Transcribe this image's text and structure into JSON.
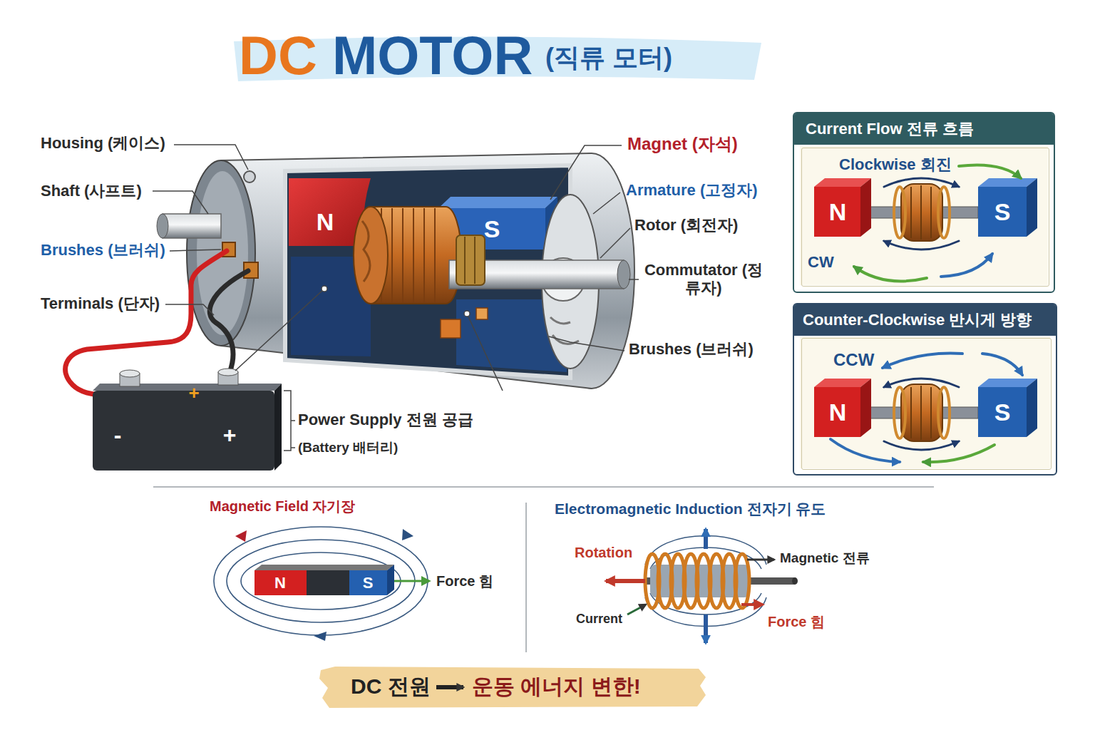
{
  "diagram": {
    "title": "DC MOTOR",
    "nodes": [
      {
        "text": [
          "Current Flow 전류 흐름"
        ]
      },
      {
        "text": [
          "Clockwise 회진"
        ],
        "in": 0
      },
      {
        "text": [
          "Counter-Clockwise 반시게 방향"
        ]
      },
      {
        "text": [
          "CCW"
        ],
        "in": 2
      },
      {
        "text": [
          "DC 전원",
          "운동 에너지 변한!"
        ]
      }
    ],
    "labels": [
      "Housing (케이스)",
      "Shaft (사프트)",
      "Brushes (브러쉬)",
      "Terminals (단자)",
      "Power Supply 전원 공급",
      "(Battery 배터리)",
      "Magnet (자석)",
      "Armature (고정자)",
      "Rotor (회전자)",
      "Commutator (정류자)",
      "Brushes (브러쉬)",
      "N",
      "S",
      "+",
      "-",
      "+",
      "N",
      "S",
      "N",
      "S",
      "(직류 모터)",
      "Magnetic Field 자기장",
      "N",
      "S",
      "Force 힘",
      "Electromagnetic Induction 전자기 유도",
      "Rotation",
      "Magnetic 전류",
      "Current",
      "Force 힘",
      "CW"
    ]
  }
}
